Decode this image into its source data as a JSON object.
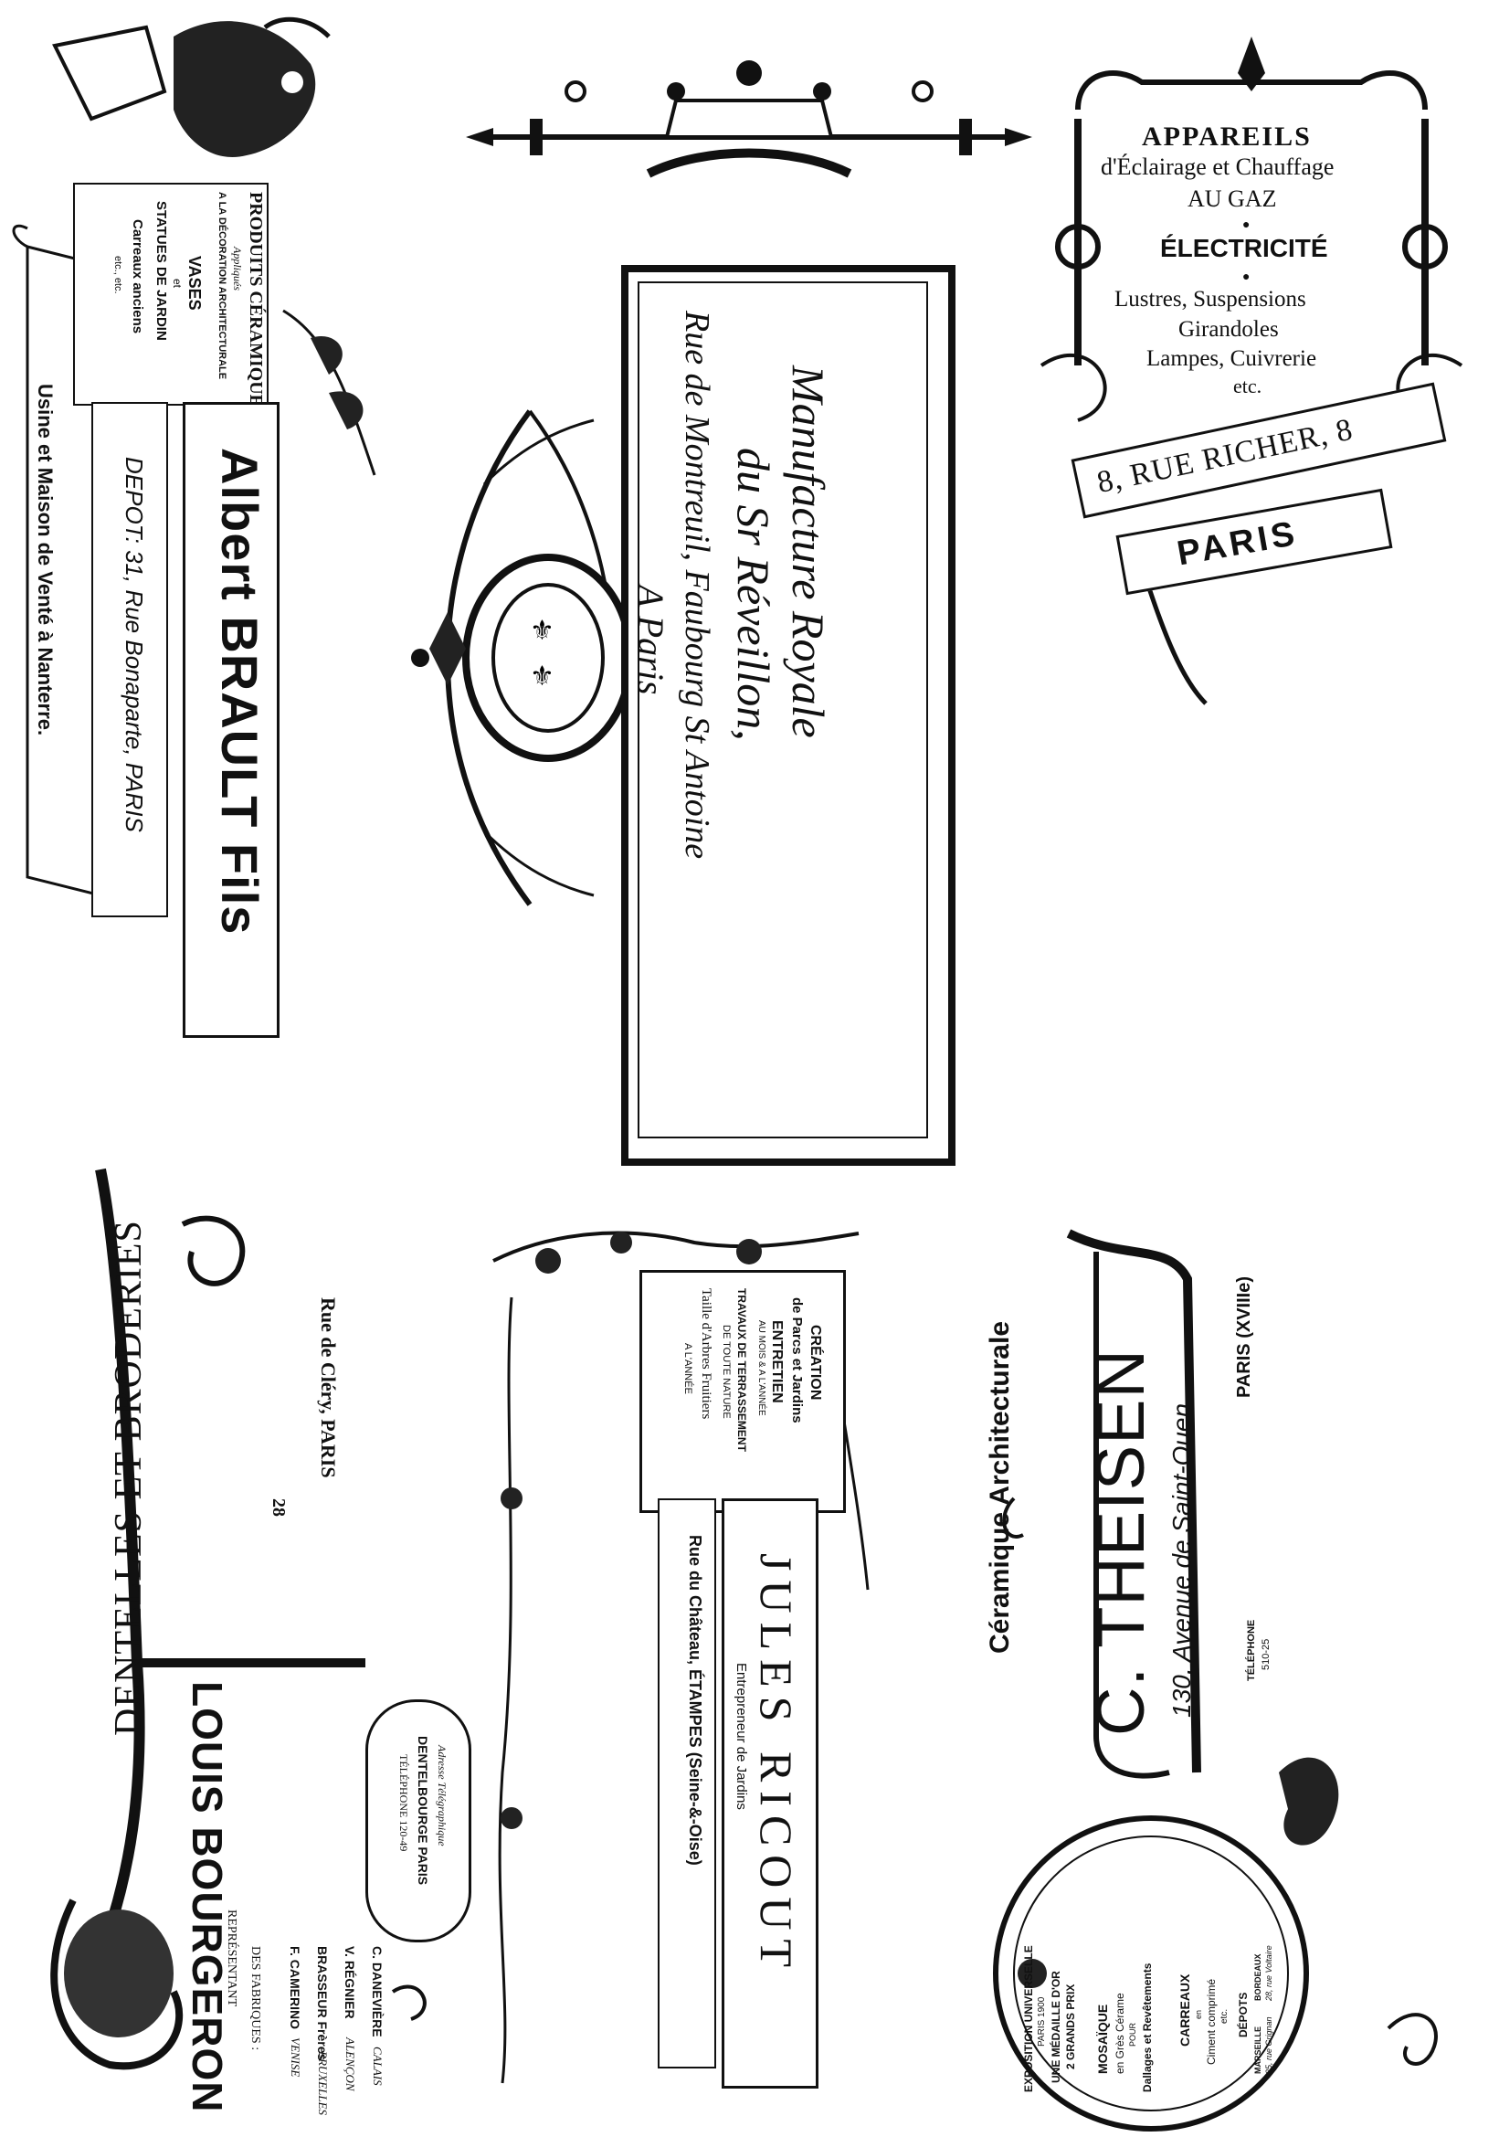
{
  "brault": {
    "products_title": "PRODUITS CÉRAMIQUES",
    "products_sub": "Appliqués",
    "products_line2": "A LA DÉCORATION ARCHITECTURALE",
    "vases": "VASES",
    "et": "et",
    "statues": "STATUES DE JARDIN",
    "carreaux": "Carreaux anciens",
    "etc": "etc., etc.",
    "name": "Albert BRAULT Fils",
    "depot": "DEPOT: 31, Rue Bonaparte, PARIS",
    "usine": "Usine et Maison de Venté à Nanterre."
  },
  "reveillon": {
    "line1": "Manufacture Royale",
    "line2": "du Sr Réveillon,",
    "line3": "Rue de Montreuil, Faubourg St Antoine",
    "line4": "A Paris"
  },
  "richer": {
    "appareils": "APPAREILS",
    "eclairage": "d'Éclairage et Chauffage",
    "gaz": "AU GAZ",
    "electricite": "ÉLECTRICITÉ",
    "lustres": "Lustres, Suspensions",
    "girandoles": "Girandoles",
    "lampes": "Lampes, Cuivrerie",
    "etc": "etc.",
    "street": "8, RUE RICHER, 8",
    "city": "PARIS"
  },
  "bourgeron": {
    "dentelles": "DENTELLES ET BRODERIES",
    "name": "LOUIS BOURGERON",
    "number": "28",
    "street": "Rue de Cléry, PARIS",
    "adresse": "Adresse Télégraphique",
    "telegraph": "DENTELBOURGE PARIS",
    "telephone": "TÉLÉPHONE 120-49",
    "representant": "REPRÉSENTANT",
    "fabriques": "DES FABRIQUES :",
    "reps": [
      {
        "name": "F. CAMERINO",
        "city": "VENISE"
      },
      {
        "name": "BRASSEUR Frères",
        "city": "BRUXELLES"
      },
      {
        "name": "V. RÉGNIER",
        "city": "ALENÇON"
      },
      {
        "name": "C. DANEVIÈRE",
        "city": "CALAIS"
      }
    ]
  },
  "ricout": {
    "creation": "CRÉATION",
    "parcs": "de Parcs et Jardins",
    "entretien": "ENTRETIEN",
    "au_mois": "AU MOIS & A L'ANNÉE",
    "travaux": "TRAVAUX DE TERRASSEMENT",
    "toute_nature": "DE TOUTE NATURE",
    "taille": "Taille d'Arbres Fruitiers",
    "a_lannee": "A L'ANNÉE",
    "name": "JULES RICOUT",
    "entrepreneur": "Entrepreneur de Jardins",
    "address": "Rue du Château, ÉTAMPES (Seine-&-Oise)"
  },
  "theisen": {
    "ceramique": "Céramique Architecturale",
    "name": "C. THEISEN",
    "address": "130, Avenue de Saint-Ouen",
    "paris": "PARIS (XVIIIe)",
    "telephone": "TÉLÉPHONE",
    "tel_no": "510-25",
    "expo": "EXPOSITION UNIVERSELLE",
    "paris1900": "PARIS 1900",
    "medaille": "UNE MÉDAILLE D'OR",
    "grands_prix": "2 GRANDS PRIX",
    "mosaique": "MOSAÏQUE",
    "gres": "en Grès Cérame",
    "pour": "POUR",
    "dallages": "Dallages et Revêtements",
    "carreaux": "CARREAUX",
    "en": "en",
    "ciment": "Ciment comprimé",
    "etc": "etc.",
    "depots": "DÉPOTS",
    "marseille": "MARSEILLE",
    "marseille_addr": "25, rue Grignan",
    "bordeaux": "BORDEAUX",
    "bordeaux_addr": "28, rue Voltaire"
  }
}
